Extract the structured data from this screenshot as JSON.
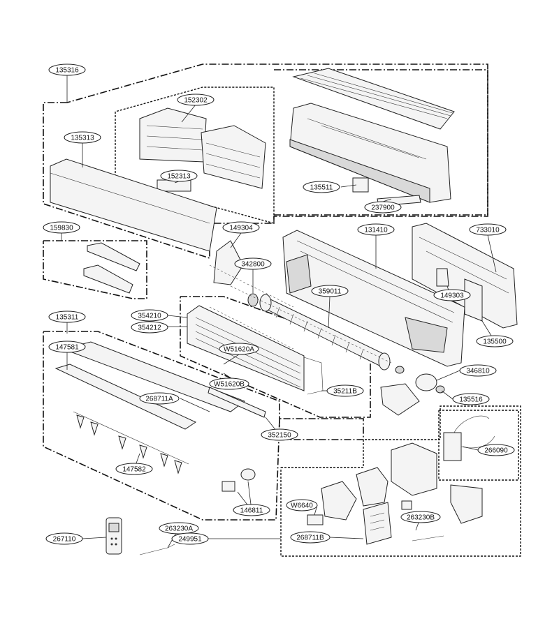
{
  "labels": [
    {
      "id": "135316",
      "text": "135316"
    },
    {
      "id": "152302",
      "text": "152302"
    },
    {
      "id": "135313",
      "text": "135313"
    },
    {
      "id": "152313",
      "text": "152313"
    },
    {
      "id": "135511",
      "text": "135511"
    },
    {
      "id": "237900",
      "text": "237900"
    },
    {
      "id": "159830",
      "text": "159830"
    },
    {
      "id": "149304",
      "text": "149304"
    },
    {
      "id": "131410",
      "text": "131410"
    },
    {
      "id": "733010",
      "text": "733010"
    },
    {
      "id": "342800",
      "text": "342800"
    },
    {
      "id": "359011",
      "text": "359011"
    },
    {
      "id": "149303",
      "text": "149303"
    },
    {
      "id": "354210",
      "text": "354210"
    },
    {
      "id": "354212",
      "text": "354212"
    },
    {
      "id": "135311",
      "text": "135311"
    },
    {
      "id": "135500",
      "text": "135500"
    },
    {
      "id": "147581",
      "text": "147581"
    },
    {
      "id": "W51620A",
      "text": "W51620A"
    },
    {
      "id": "W51620B",
      "text": "W51620B"
    },
    {
      "id": "35211B",
      "text": "35211B"
    },
    {
      "id": "346810",
      "text": "346810"
    },
    {
      "id": "268711A",
      "text": "268711A"
    },
    {
      "id": "135516",
      "text": "135516"
    },
    {
      "id": "352150",
      "text": "352150"
    },
    {
      "id": "266090",
      "text": "266090"
    },
    {
      "id": "147582",
      "text": "147582"
    },
    {
      "id": "146811",
      "text": "146811"
    },
    {
      "id": "W6640",
      "text": "W6640"
    },
    {
      "id": "263230B",
      "text": "263230B"
    },
    {
      "id": "267110",
      "text": "267110"
    },
    {
      "id": "263230A",
      "text": "263230A"
    },
    {
      "id": "249951",
      "text": "249951"
    },
    {
      "id": "268711B",
      "text": "268711B"
    }
  ]
}
